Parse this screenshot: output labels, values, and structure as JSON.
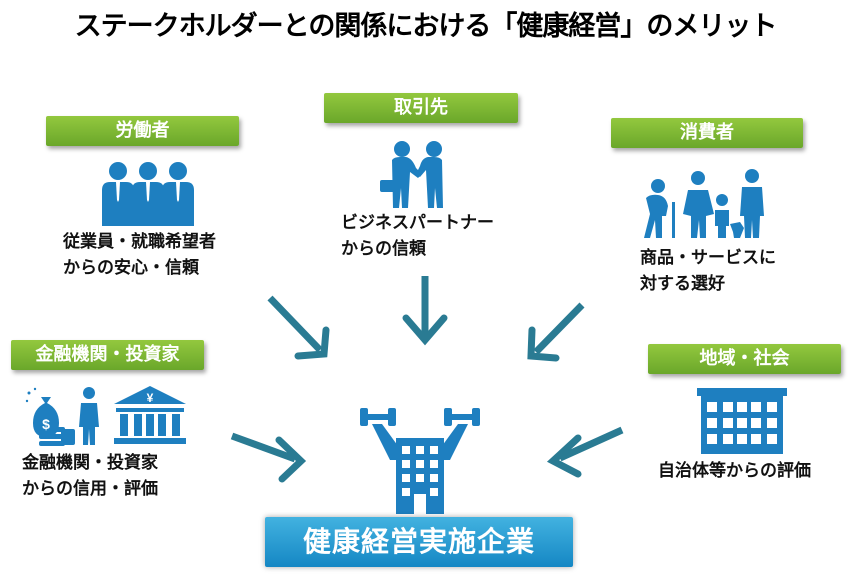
{
  "title": "ステークホルダーとの関係における「健康経営」のメリット",
  "colors": {
    "label": "#7ab532",
    "icon": "#1e7fc0",
    "arrow": "#2a7b93",
    "banner": "#2a9fd6"
  },
  "stakeholders": [
    {
      "label": "労働者",
      "lines": [
        "従業員・就職希望者",
        "からの安心・信頼"
      ],
      "icon": "workers-icon"
    },
    {
      "label": "取引先",
      "lines": [
        "ビジネスパートナー",
        "からの信頼"
      ],
      "icon": "handshake-icon"
    },
    {
      "label": "消費者",
      "lines": [
        "商品・サービスに",
        "対する選好"
      ],
      "icon": "family-icon"
    },
    {
      "label": "金融機関・投資家",
      "lines": [
        "金融機関・投資家",
        "からの信用・評価"
      ],
      "icon": "bank-icon"
    },
    {
      "label": "地域・社会",
      "lines": [
        "自治体等からの評価"
      ],
      "icon": "building-icon"
    }
  ],
  "center": {
    "label": "健康経営実施企業",
    "icon": "strong-company-icon"
  }
}
